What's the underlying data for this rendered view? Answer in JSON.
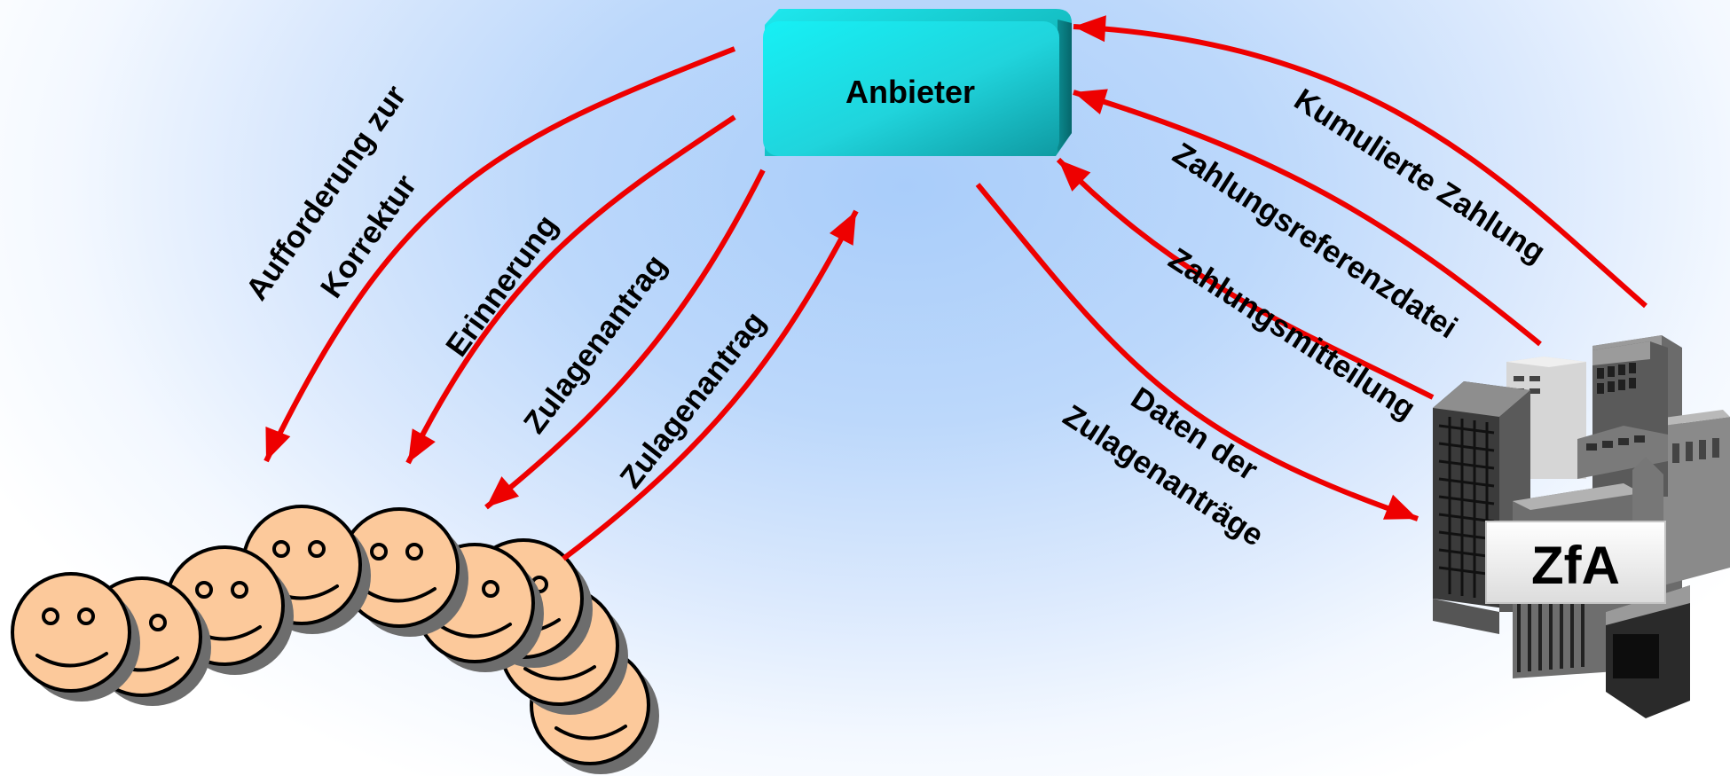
{
  "nodes": {
    "provider": {
      "label": "Anbieter"
    },
    "agency": {
      "label": "ZfA"
    }
  },
  "arrows": {
    "correction_request": {
      "lines": [
        "Aufforderung zur",
        "Korrektur"
      ]
    },
    "reminder": {
      "label": "Erinnerung"
    },
    "application_to_customers": {
      "label": "Zulagenantrag"
    },
    "application_to_provider": {
      "label": "Zulagenantrag"
    },
    "application_data": {
      "lines": [
        "Daten der",
        "Zulagenanträge"
      ]
    },
    "payment_notice": {
      "label": "Zahlungsmitteilung"
    },
    "payment_reference_file": {
      "label": "Zahlungsreferenzdatei"
    },
    "cumulative_payment": {
      "label": "Kumulierte Zahlung"
    }
  },
  "colors": {
    "arrow": "#ee0000",
    "provider_box": "#19e8ee",
    "face": "#fcc99b",
    "building": "#808080"
  },
  "icons": {
    "customers": "smiley-face-crowd",
    "agency": "office-buildings"
  }
}
